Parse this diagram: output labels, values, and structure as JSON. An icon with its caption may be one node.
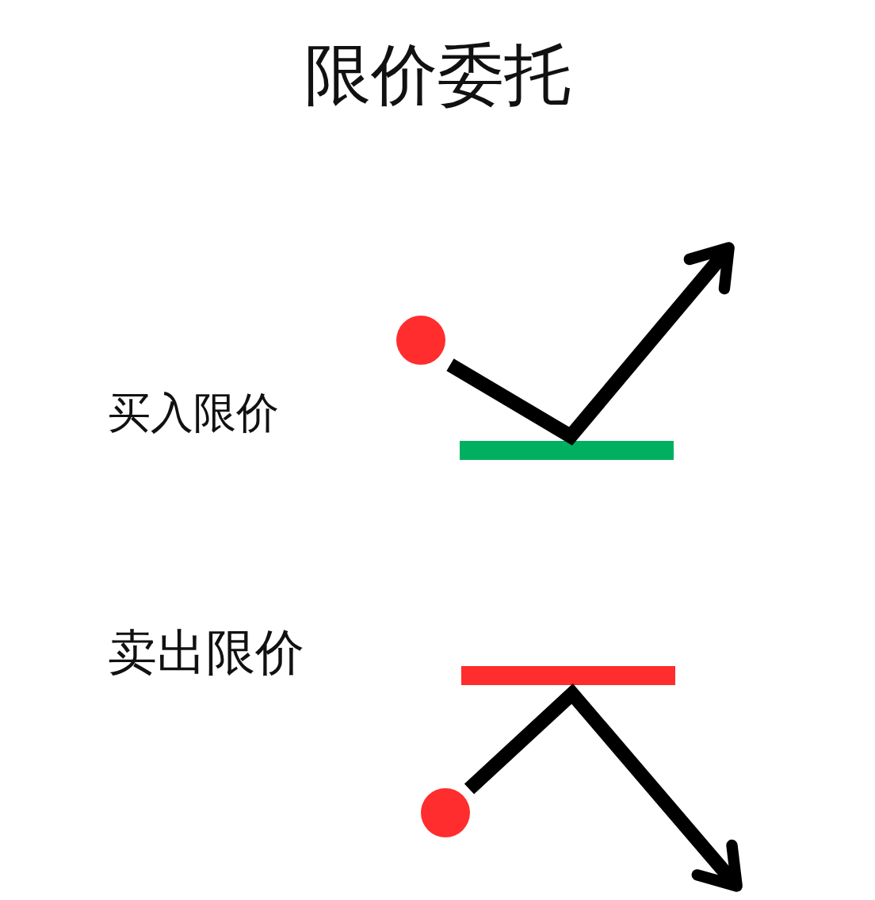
{
  "diagram": {
    "title": "限价委托",
    "labels": [
      "买入限价",
      "卖出限价"
    ]
  }
}
